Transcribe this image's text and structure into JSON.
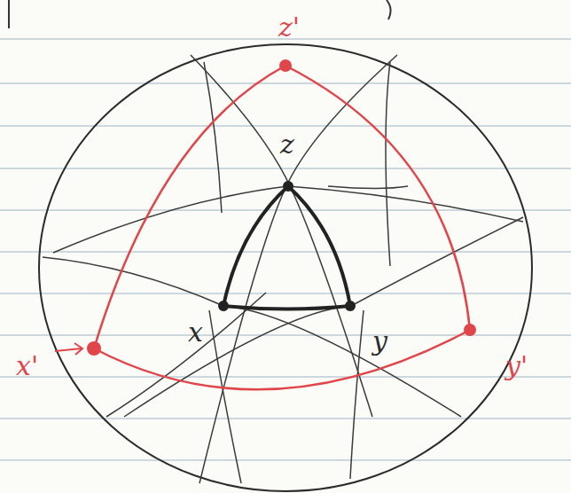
{
  "diagram": {
    "labels": [
      "z'",
      "z",
      "x",
      "y",
      "x'",
      "y'"
    ]
  }
}
